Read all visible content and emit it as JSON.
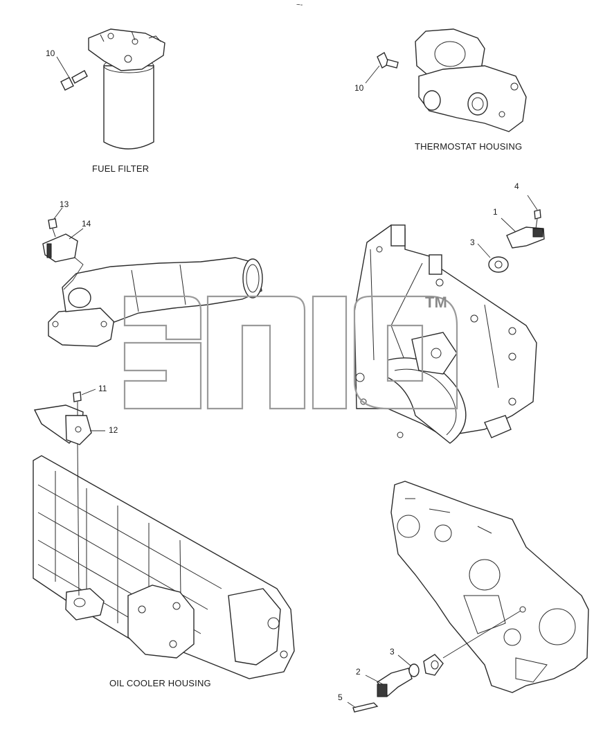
{
  "sections": {
    "fuel_filter": "FUEL FILTER",
    "thermostat_housing": "THERMOSTAT HOUSING",
    "oil_cooler_housing": "OIL COOLER HOUSING"
  },
  "callouts": {
    "c10a": "10",
    "c10b": "10",
    "c13": "13",
    "c14": "14",
    "c4": "4",
    "c1": "1",
    "c3a": "3",
    "c11": "11",
    "c12": "12",
    "c2": "2",
    "c3b": "3",
    "c5": "5"
  },
  "watermark": {
    "trademark": "TM"
  },
  "header_mark": "~-"
}
